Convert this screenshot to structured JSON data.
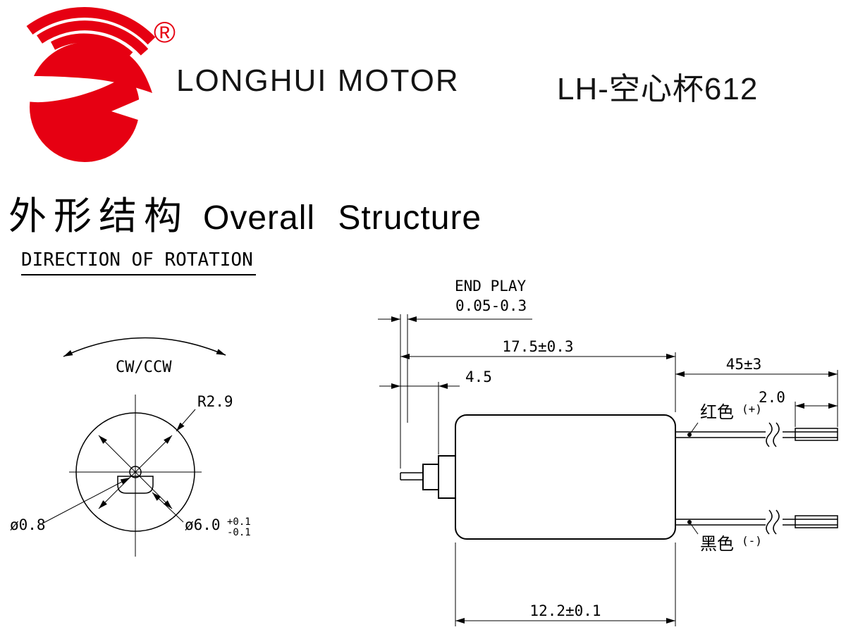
{
  "colors": {
    "brand_red": "#e60012",
    "ink": "#000000"
  },
  "header": {
    "brand": "LONGHUI MOTOR",
    "model": "LH-空心杯612",
    "registered": "®"
  },
  "section": {
    "title_cn": "外形结构",
    "title_en": "Overall Structure"
  },
  "rotation": {
    "heading": "DIRECTION OF ROTATION",
    "direction": "CW/CCW"
  },
  "front_view": {
    "radius": "R2.9",
    "shaft_dia": "ø0.8",
    "boss_dia": "ø6.0",
    "tol_plus": "+0.1",
    "tol_minus": "-0.1"
  },
  "side_view": {
    "end_play_label": "END PLAY",
    "end_play_value": "0.05-0.3",
    "total_length": "17.5±0.3",
    "shaft_length": "4.5",
    "lead_length": "45±3",
    "tip_length": "2.0",
    "red_wire": "红色",
    "red_polarity": "(+)",
    "black_wire": "黑色",
    "black_polarity": "(-)",
    "body_length": "12.2±0.1"
  }
}
